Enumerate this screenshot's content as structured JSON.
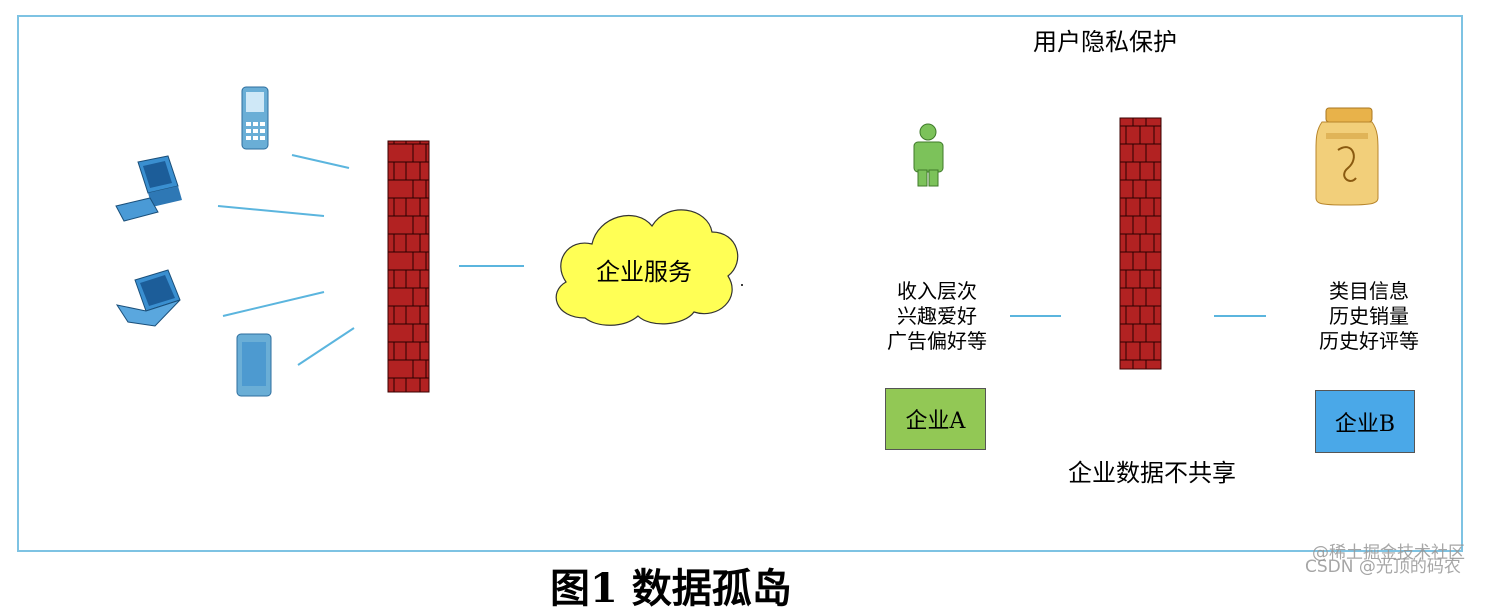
{
  "diagram": {
    "privacy_title": "用户隐私保护",
    "cloud_label": "企业服务",
    "company_a": {
      "lines": [
        "收入层次",
        "兴趣爱好",
        "广告偏好等"
      ],
      "label": "企业A",
      "color": "#92c855"
    },
    "company_b": {
      "lines": [
        "类目信息",
        "历史销量",
        "历史好评等"
      ],
      "label": "企业B",
      "color": "#4aa8e8"
    },
    "no_share_label": "企业数据不共享",
    "bottom_title": "图1 数据孤岛"
  },
  "watermarks": [
    "@稀土掘金技术社区",
    "CSDN @光顶的码农"
  ],
  "colors": {
    "frame": "#7ec3e3",
    "connector": "#5bb5de",
    "firewall": "#b22222",
    "cloud": "#ffff55",
    "person": "#7cc25a"
  },
  "icons": [
    "mobile-phone-icon",
    "desktop-computer-icon",
    "laptop-icon",
    "tablet-icon",
    "firewall-icon",
    "cloud-icon",
    "person-icon",
    "product-bottle-icon"
  ]
}
